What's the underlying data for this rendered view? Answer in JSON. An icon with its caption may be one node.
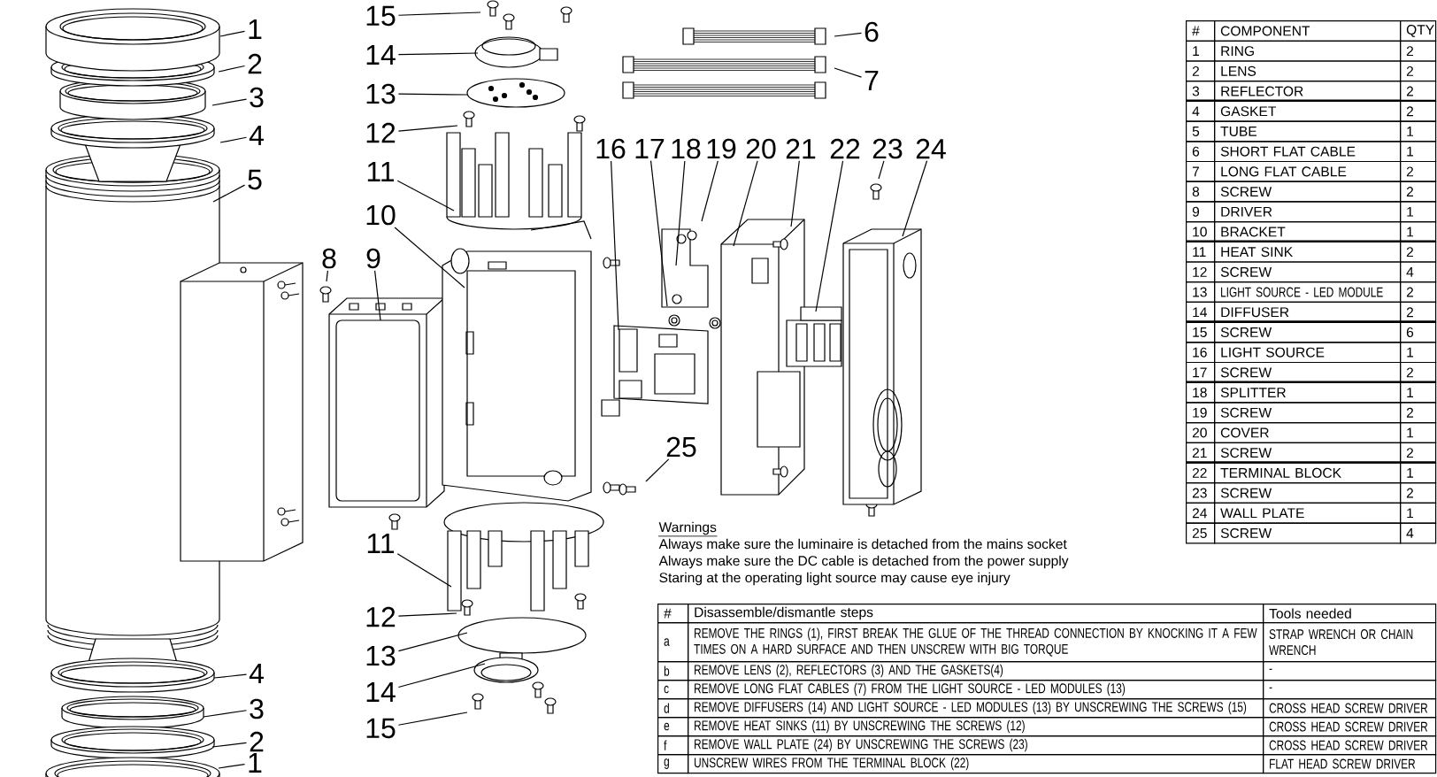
{
  "diagram": {
    "nodes": [
      {
        "text": [
          "1"
        ]
      },
      {
        "text": [
          "2"
        ]
      },
      {
        "text": [
          "3"
        ]
      },
      {
        "text": [
          "4"
        ]
      },
      {
        "text": [
          "5"
        ]
      },
      {
        "text": [
          "15"
        ]
      },
      {
        "text": [
          "14"
        ]
      },
      {
        "text": [
          "13"
        ]
      },
      {
        "text": [
          "12"
        ]
      },
      {
        "text": [
          "11"
        ]
      },
      {
        "text": [
          "10"
        ]
      },
      {
        "text": [
          "8"
        ]
      },
      {
        "text": [
          "9"
        ]
      },
      {
        "text": [
          "6"
        ]
      },
      {
        "text": [
          "7"
        ]
      },
      {
        "text": [
          "16"
        ]
      },
      {
        "text": [
          "17"
        ]
      },
      {
        "text": [
          "18"
        ]
      },
      {
        "text": [
          "19"
        ]
      },
      {
        "text": [
          "20"
        ]
      },
      {
        "text": [
          "21"
        ]
      },
      {
        "text": [
          "22"
        ]
      },
      {
        "text": [
          "23"
        ]
      },
      {
        "text": [
          "24"
        ]
      },
      {
        "text": [
          "25"
        ]
      },
      {
        "text": [
          "11"
        ]
      },
      {
        "text": [
          "12"
        ]
      },
      {
        "text": [
          "13"
        ]
      },
      {
        "text": [
          "14"
        ]
      },
      {
        "text": [
          "15"
        ]
      },
      {
        "text": [
          "4"
        ]
      },
      {
        "text": [
          "3"
        ]
      },
      {
        "text": [
          "2"
        ]
      },
      {
        "text": [
          "1"
        ]
      }
    ],
    "edges": [
      {
        "from": 0,
        "to": null,
        "arrow": "none"
      },
      {
        "from": 1,
        "to": null,
        "arrow": "none"
      },
      {
        "from": 2,
        "to": null,
        "arrow": "none"
      },
      {
        "from": 3,
        "to": null,
        "arrow": "none"
      },
      {
        "from": 4,
        "to": null,
        "arrow": "none"
      },
      {
        "from": 5,
        "to": null,
        "arrow": "none"
      },
      {
        "from": 6,
        "to": null,
        "arrow": "none"
      },
      {
        "from": 7,
        "to": null,
        "arrow": "none"
      },
      {
        "from": 8,
        "to": null,
        "arrow": "none"
      },
      {
        "from": 9,
        "to": null,
        "arrow": "none"
      },
      {
        "from": 10,
        "to": null,
        "arrow": "none"
      },
      {
        "from": 11,
        "to": null,
        "arrow": "none"
      },
      {
        "from": 12,
        "to": null,
        "arrow": "none"
      },
      {
        "from": 13,
        "to": null,
        "arrow": "none"
      },
      {
        "from": 14,
        "to": null,
        "arrow": "none"
      },
      {
        "from": 15,
        "to": null,
        "arrow": "none"
      },
      {
        "from": 16,
        "to": null,
        "arrow": "none"
      },
      {
        "from": 17,
        "to": null,
        "arrow": "none"
      },
      {
        "from": 18,
        "to": null,
        "arrow": "none"
      },
      {
        "from": 19,
        "to": null,
        "arrow": "none"
      },
      {
        "from": 20,
        "to": null,
        "arrow": "none"
      },
      {
        "from": 21,
        "to": null,
        "arrow": "none"
      },
      {
        "from": 22,
        "to": null,
        "arrow": "none"
      },
      {
        "from": 23,
        "to": null,
        "arrow": "none"
      },
      {
        "from": 24,
        "to": null,
        "arrow": "none"
      },
      {
        "from": 25,
        "to": null,
        "arrow": "none"
      },
      {
        "from": 26,
        "to": null,
        "arrow": "none"
      },
      {
        "from": 27,
        "to": null,
        "arrow": "none"
      },
      {
        "from": 28,
        "to": null,
        "arrow": "none"
      },
      {
        "from": 29,
        "to": null,
        "arrow": "none"
      },
      {
        "from": 30,
        "to": null,
        "arrow": "none"
      },
      {
        "from": 31,
        "to": null,
        "arrow": "none"
      },
      {
        "from": 32,
        "to": null,
        "arrow": "none"
      },
      {
        "from": 33,
        "to": null,
        "arrow": "none"
      }
    ],
    "labels": [
      "#",
      "COMPONENT",
      "QTY",
      "1",
      "RING",
      "2",
      "2",
      "LENS",
      "2",
      "3",
      "REFLECTOR",
      "2",
      "4",
      "GASKET",
      "2",
      "5",
      "TUBE",
      "1",
      "6",
      "SHORT FLAT CABLE",
      "1",
      "7",
      "LONG FLAT CABLE",
      "2",
      "8",
      "SCREW",
      "2",
      "9",
      "DRIVER",
      "1",
      "10",
      "BRACKET",
      "1",
      "11",
      "HEAT SINK",
      "2",
      "12",
      "SCREW",
      "4",
      "13",
      "LIGHT SOURCE - LED MODULE",
      "2",
      "14",
      "DIFFUSER",
      "2",
      "15",
      "SCREW",
      "6",
      "16",
      "LIGHT SOURCE",
      "1",
      "17",
      "SCREW",
      "2",
      "18",
      "SPLITTER",
      "1",
      "19",
      "SCREW",
      "2",
      "20",
      "COVER",
      "1",
      "21",
      "SCREW",
      "2",
      "22",
      "TERMINAL BLOCK",
      "1",
      "23",
      "SCREW",
      "2",
      "24",
      "WALL PLATE",
      "1",
      "25",
      "SCREW",
      "4",
      "Warnings",
      "Always make sure the luminaire is detached from the mains socket",
      "Always make sure the DC cable is detached from the power supply",
      "Staring at the operating light source may cause eye injury",
      "#",
      "Disassemble/dismantle steps",
      "Tools needed",
      "a",
      "REMOVE THE RINGS (1), FIRST BREAK THE GLUE OF THE THREAD CONNECTION BY KNOCKING IT A FEW TIMES ON A HARD SURFACE AND THEN UNSCREW WITH BIG TORQUE",
      "STRAP WRENCH OR CHAIN WRENCH",
      "b",
      "REMOVE LENS (2), REFLECTORS (3) AND THE GASKETS(4)",
      "-",
      "c",
      "REMOVE LONG FLAT CABLES (7) FROM THE LIGHT SOURCE - LED MODULES (13)",
      "-",
      "d",
      "REMOVE DIFFUSERS (14) AND LIGHT SOURCE - LED MODULES (13) BY UNSCREWING THE SCREWS (15)",
      "CROSS HEAD SCREW DRIVER",
      "e",
      "REMOVE HEAT SINKS (11) BY UNSCREWING THE SCREWS (12)",
      "CROSS HEAD SCREW DRIVER",
      "f",
      "REMOVE WALL PLATE (24) BY UNSCREWING THE SCREWS (23)",
      "CROSS HEAD SCREW DRIVER",
      "g",
      "UNSCREW WIRES FROM THE TERMINAL BLOCK (22)",
      "FLAT HEAD SCREW DRIVER"
    ]
  }
}
